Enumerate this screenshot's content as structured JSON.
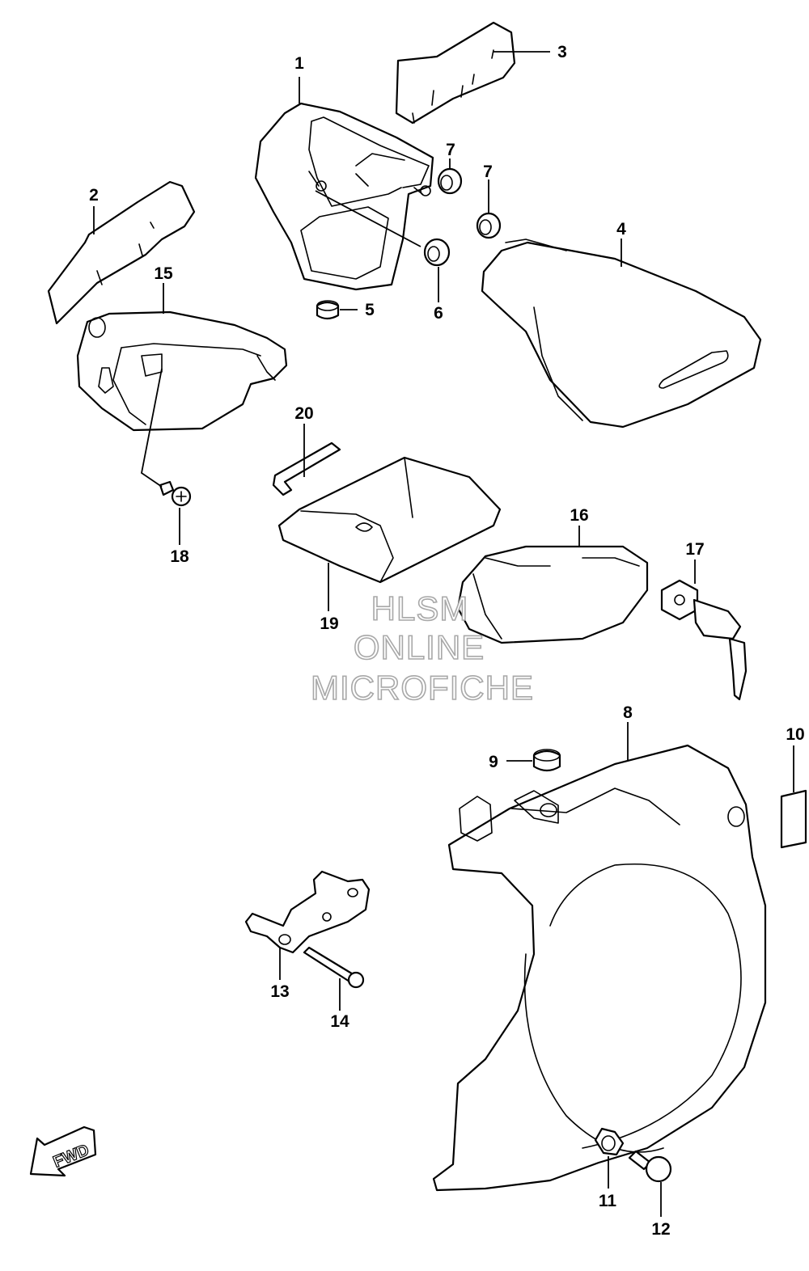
{
  "callouts": [
    {
      "id": "c1",
      "text": "1"
    },
    {
      "id": "c2",
      "text": "2"
    },
    {
      "id": "c3",
      "text": "3"
    },
    {
      "id": "c4",
      "text": "4"
    },
    {
      "id": "c5",
      "text": "5"
    },
    {
      "id": "c6",
      "text": "6"
    },
    {
      "id": "c7a",
      "text": "7"
    },
    {
      "id": "c7b",
      "text": "7"
    },
    {
      "id": "c8",
      "text": "8"
    },
    {
      "id": "c9",
      "text": "9"
    },
    {
      "id": "c10",
      "text": "10"
    },
    {
      "id": "c11",
      "text": "11"
    },
    {
      "id": "c12",
      "text": "12"
    },
    {
      "id": "c13",
      "text": "13"
    },
    {
      "id": "c14",
      "text": "14"
    },
    {
      "id": "c15",
      "text": "15"
    },
    {
      "id": "c16",
      "text": "16"
    },
    {
      "id": "c17",
      "text": "17"
    },
    {
      "id": "c18",
      "text": "18"
    },
    {
      "id": "c19",
      "text": "19"
    },
    {
      "id": "c20",
      "text": "20"
    }
  ],
  "watermark": {
    "line1": "HLSM",
    "line2": "ONLINE",
    "line3": "MICROFICHE"
  },
  "direction_arrow": {
    "label": "FWD",
    "icon": "fwd-arrow-icon"
  }
}
